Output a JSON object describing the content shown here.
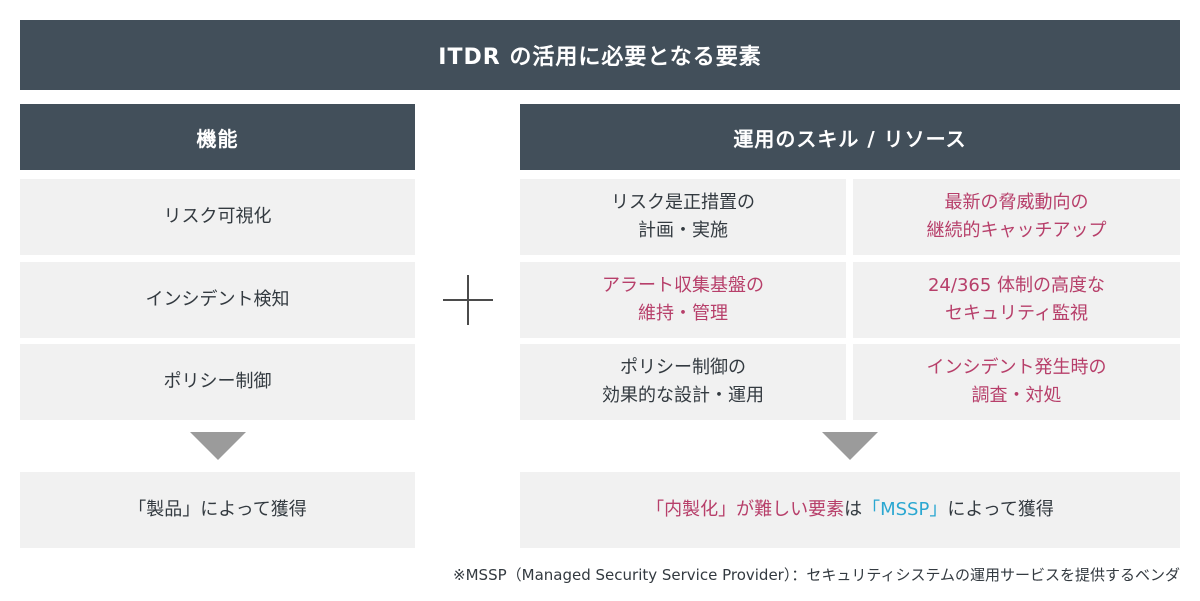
{
  "title": "ITDR の活用に必要となる要素",
  "left": {
    "header": "機能",
    "items": [
      "リスク可視化",
      "インシデント検知",
      "ポリシー制御"
    ],
    "result": "「製品」によって獲得"
  },
  "right": {
    "header": "運用のスキル / リソース",
    "items": [
      {
        "line1": "リスク是正措置の",
        "line2": "計画・実施",
        "highlight": false
      },
      {
        "line1": "最新の脅威動向の",
        "line2": "継続的キャッチアップ",
        "highlight": true
      },
      {
        "line1": "アラート収集基盤の",
        "line2": "維持・管理",
        "highlight": true
      },
      {
        "line1": "24/365 体制の高度な",
        "line2": "セキュリティ監視",
        "highlight": true
      },
      {
        "line1": "ポリシー制御の",
        "line2": "効果的な設計・運用",
        "highlight": false
      },
      {
        "line1": "インシデント発生時の",
        "line2": "調査・対処",
        "highlight": true
      }
    ],
    "result": {
      "part1": "「内製化」が難しい要素",
      "part2": "は",
      "part3": "「MSSP」",
      "part4": "によって獲得"
    }
  },
  "footnote": "※MSSP（Managed Security Service Provider）：セキュリティシステムの運用サービスを提供するベンダ",
  "colors": {
    "header_bg": "#424f5a",
    "cell_bg": "#f1f1f1",
    "accent": "#b73f6a",
    "mssp": "#2aa7d1",
    "arrow": "#9b9b9b"
  },
  "icons": {
    "plus": "plus-icon",
    "arrow": "triangle-down-icon"
  }
}
